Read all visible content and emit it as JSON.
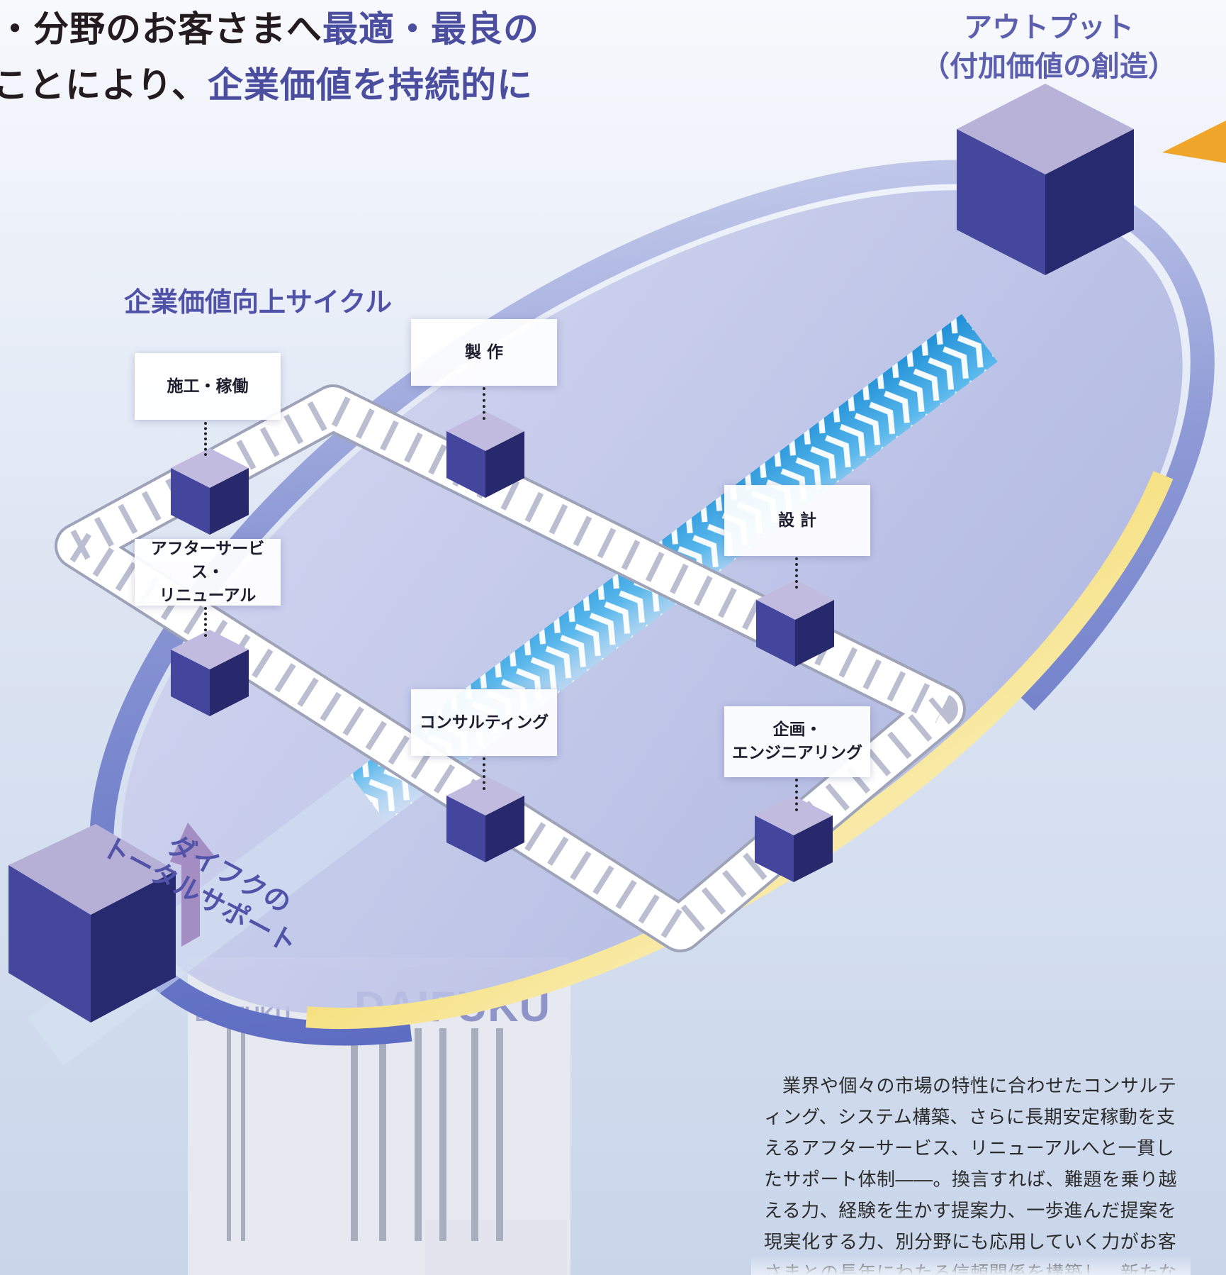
{
  "headline": {
    "line1_a": "・分野のお客さまへ",
    "line1_b": "最適・最良の",
    "line2_a": "ことにより、",
    "line2_b": "企業価値を持続的に"
  },
  "output_title": {
    "line1": "アウトプット",
    "line2": "（付加価値の創造）"
  },
  "cycle_title": "企業価値向上サイクル",
  "nodes": [
    {
      "label": "施工・稼働"
    },
    {
      "label": "製 作"
    },
    {
      "label": "設 計"
    },
    {
      "label": "アフターサービス・\nリニューアル"
    },
    {
      "label": "コンサルティング"
    },
    {
      "label": "企画・\nエンジニアリング"
    }
  ],
  "support_title": {
    "line1": "ダイフクの",
    "line2": "トータルサポート"
  },
  "building_sign": "DAIFUKU",
  "building_sign_small": "DAIFUKU",
  "body_text": "業界や個々の市場の特性に合わせたコンサルティング、システム構築、さらに長期安定稼動を支えるアフターサービス、リニューアルへと一貫したサポート体制――。換言すれば、難題を乗り越える力、経験を生かす提案力、一歩進んだ提案を現実化する力、別分野にも応用していく力がお客さまとの長年にわたる信頼関係を構築し、新たなお客",
  "colors": {
    "accent": "#4b4d9f",
    "cube_front": "#3f4196",
    "cube_side": "#262a6e",
    "cube_top": "#b9b2d8",
    "ring_yellow": "#f2d75a",
    "ring_blue": "#6a7ac8",
    "belt_blue": "#2c9fe0",
    "arrow_orange": "#f0a62a"
  }
}
